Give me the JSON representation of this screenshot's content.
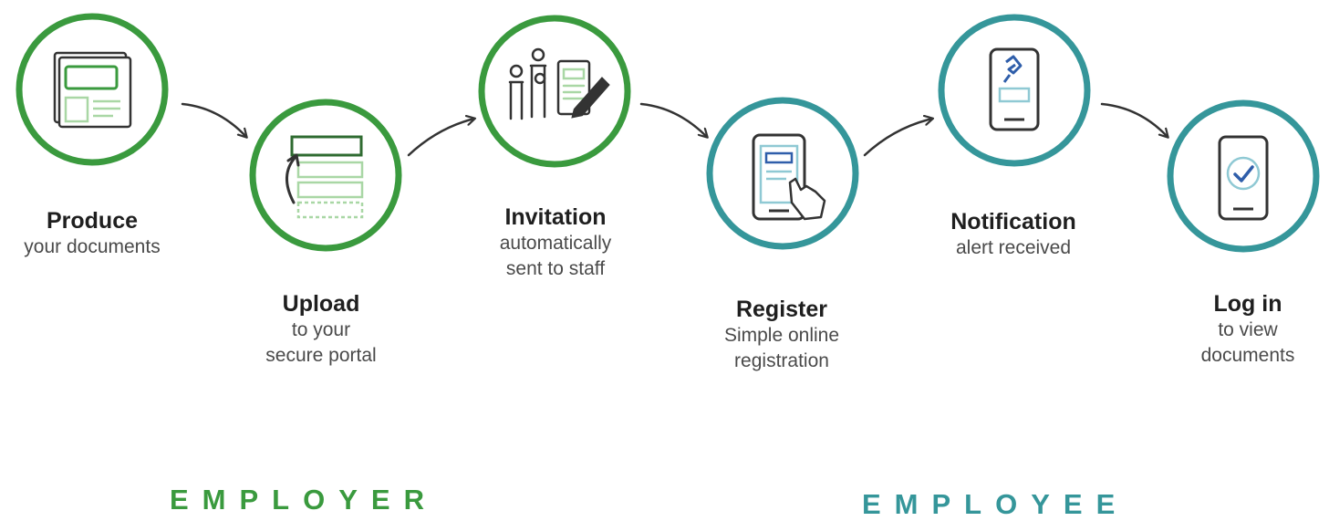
{
  "colors": {
    "employer": "#3a9a3e",
    "employee": "#35969a",
    "icon_dark": "#333333",
    "employer_light": "#a9d7a5",
    "employee_light": "#8fc9d4",
    "accent_blue": "#2f5eaa"
  },
  "steps": [
    {
      "title": "Produce",
      "lines": [
        "your documents"
      ],
      "group": "employer",
      "icon": "documents-icon"
    },
    {
      "title": "Upload",
      "lines": [
        "to your",
        "secure portal"
      ],
      "group": "employer",
      "icon": "upload-icon"
    },
    {
      "title": "Invitation",
      "lines": [
        "automatically",
        "sent to staff"
      ],
      "group": "employer",
      "icon": "invitation-icon"
    },
    {
      "title": "Register",
      "lines": [
        "Simple online",
        "registration"
      ],
      "group": "employee",
      "icon": "phone-touch-icon"
    },
    {
      "title": "Notification",
      "lines": [
        "alert received"
      ],
      "group": "employee",
      "icon": "phone-alert-icon"
    },
    {
      "title": "Log in",
      "lines": [
        "to view",
        "documents"
      ],
      "group": "employee",
      "icon": "phone-check-icon"
    }
  ],
  "roles": {
    "employer": "EMPLOYER",
    "employee": "EMPLOYEE"
  }
}
